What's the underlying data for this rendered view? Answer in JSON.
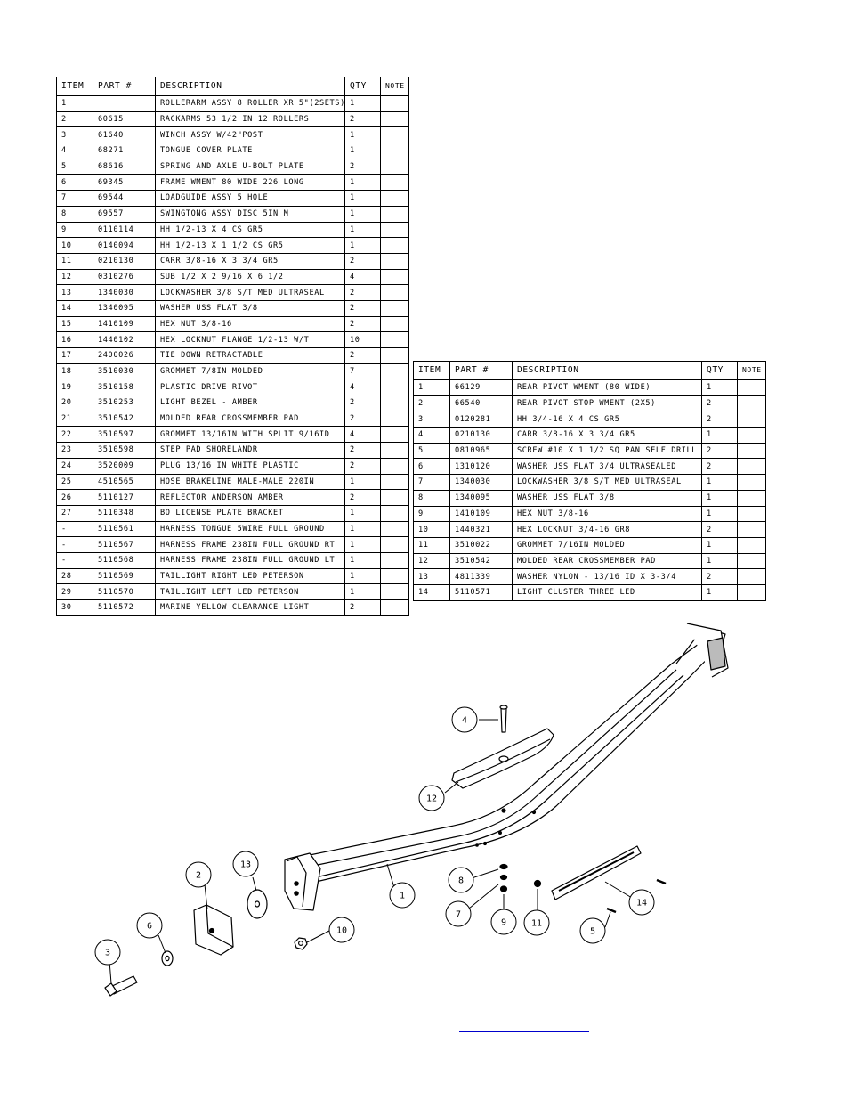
{
  "table1": {
    "headers": [
      "ITEM",
      "PART #",
      "DESCRIPTION",
      "QTY",
      "NOTE"
    ],
    "rows": [
      [
        "1",
        "",
        "ROLLERARM ASSY 8 ROLLER XR 5\"(2SETS)",
        "1",
        ""
      ],
      [
        "2",
        "60615",
        "RACKARMS   53 1/2 IN  12 ROLLERS",
        "2",
        ""
      ],
      [
        "3",
        "61640",
        "WINCH ASSY W/42\"POST",
        "1",
        ""
      ],
      [
        "4",
        "68271",
        "TONGUE COVER PLATE",
        "1",
        ""
      ],
      [
        "5",
        "68616",
        "SPRING AND AXLE U-BOLT PLATE",
        "2",
        ""
      ],
      [
        "6",
        "69345",
        "FRAME WMENT 80 WIDE 226 LONG",
        "1",
        ""
      ],
      [
        "7",
        "69544",
        "LOADGUIDE ASSY 5 HOLE",
        "1",
        ""
      ],
      [
        "8",
        "69557",
        "SWINGTONG ASSY DISC 5IN M",
        "1",
        ""
      ],
      [
        "9",
        "0110114",
        "HH 1/2-13 X 4 CS GR5",
        "1",
        ""
      ],
      [
        "10",
        "0140094",
        "HH 1/2-13 X 1 1/2 CS GR5",
        "1",
        ""
      ],
      [
        "11",
        "0210130",
        "CARR 3/8-16 X 3 3/4 GR5",
        "2",
        ""
      ],
      [
        "12",
        "0310276",
        "SUB 1/2 X 2 9/16 X 6 1/2",
        "4",
        ""
      ],
      [
        "13",
        "1340030",
        "LOCKWASHER 3/8 S/T MED ULTRASEAL",
        "2",
        ""
      ],
      [
        "14",
        "1340095",
        "WASHER USS FLAT 3/8",
        "2",
        ""
      ],
      [
        "15",
        "1410109",
        "HEX NUT 3/8-16",
        "2",
        ""
      ],
      [
        "16",
        "1440102",
        "HEX LOCKNUT FLANGE 1/2-13 W/T",
        "10",
        ""
      ],
      [
        "17",
        "2400026",
        "TIE DOWN RETRACTABLE",
        "2",
        ""
      ],
      [
        "18",
        "3510030",
        "GROMMET  7/8IN MOLDED",
        "7",
        ""
      ],
      [
        "19",
        "3510158",
        "PLASTIC DRIVE RIVOT",
        "4",
        ""
      ],
      [
        "20",
        "3510253",
        "LIGHT BEZEL - AMBER",
        "2",
        ""
      ],
      [
        "21",
        "3510542",
        "MOLDED REAR CROSSMEMBER PAD",
        "2",
        ""
      ],
      [
        "22",
        "3510597",
        "GROMMET 13/16IN  WITH SPLIT 9/16ID",
        "4",
        ""
      ],
      [
        "23",
        "3510598",
        "STEP PAD SHORELANDR",
        "2",
        ""
      ],
      [
        "24",
        "3520009",
        "PLUG 13/16 IN WHITE PLASTIC",
        "2",
        ""
      ],
      [
        "25",
        "4510565",
        "HOSE BRAKELINE MALE-MALE 220IN",
        "1",
        ""
      ],
      [
        "26",
        "5110127",
        "REFLECTOR ANDERSON AMBER",
        "2",
        ""
      ],
      [
        "27",
        "5110348",
        "BO LICENSE PLATE BRACKET",
        "1",
        ""
      ],
      [
        "-",
        "5110561",
        "HARNESS TONGUE 5WIRE FULL GROUND",
        "1",
        ""
      ],
      [
        "-",
        "5110567",
        "HARNESS FRAME 238IN FULL GROUND RT",
        "1",
        ""
      ],
      [
        "-",
        "5110568",
        "HARNESS FRAME 238IN FULL GROUND LT",
        "1",
        ""
      ],
      [
        "28",
        "5110569",
        "TAILLIGHT RIGHT LED PETERSON",
        "1",
        ""
      ],
      [
        "29",
        "5110570",
        "TAILLIGHT LEFT LED PETERSON",
        "1",
        ""
      ],
      [
        "30",
        "5110572",
        "MARINE YELLOW CLEARANCE LIGHT",
        "2",
        ""
      ]
    ]
  },
  "table2": {
    "headers": [
      "ITEM",
      "PART #",
      "DESCRIPTION",
      "QTY",
      "NOTE"
    ],
    "rows": [
      [
        "1",
        "66129",
        "REAR PIVOT WMENT (80 WIDE)",
        "1",
        ""
      ],
      [
        "2",
        "66540",
        "REAR PIVOT STOP WMENT (2X5)",
        "2",
        ""
      ],
      [
        "3",
        "0120281",
        "HH 3/4-16 X 4 CS GR5",
        "2",
        ""
      ],
      [
        "4",
        "0210130",
        "CARR 3/8-16 X 3 3/4 GR5",
        "1",
        ""
      ],
      [
        "5",
        "0810965",
        "SCREW #10 X 1 1/2 SQ PAN SELF DRILL",
        "2",
        ""
      ],
      [
        "6",
        "1310120",
        "WASHER USS FLAT 3/4 ULTRASEALED",
        "2",
        ""
      ],
      [
        "7",
        "1340030",
        "LOCKWASHER 3/8 S/T MED ULTRASEAL",
        "1",
        ""
      ],
      [
        "8",
        "1340095",
        "WASHER USS FLAT 3/8",
        "1",
        ""
      ],
      [
        "9",
        "1410109",
        "HEX NUT 3/8-16",
        "1",
        ""
      ],
      [
        "10",
        "1440321",
        "HEX LOCKNUT 3/4-16 GR8",
        "2",
        ""
      ],
      [
        "11",
        "3510022",
        "GROMMET  7/16IN MOLDED",
        "1",
        ""
      ],
      [
        "12",
        "3510542",
        "MOLDED REAR CROSSMEMBER PAD",
        "1",
        ""
      ],
      [
        "13",
        "4811339",
        "WASHER NYLON - 13/16 ID X 3-3/4",
        "2",
        ""
      ],
      [
        "14",
        "5110571",
        "LIGHT CLUSTER THREE LED",
        "1",
        ""
      ]
    ]
  },
  "diagram": {
    "balloons": [
      "1",
      "2",
      "3",
      "4",
      "5",
      "6",
      "7",
      "8",
      "9",
      "10",
      "11",
      "12",
      "13",
      "14"
    ]
  }
}
